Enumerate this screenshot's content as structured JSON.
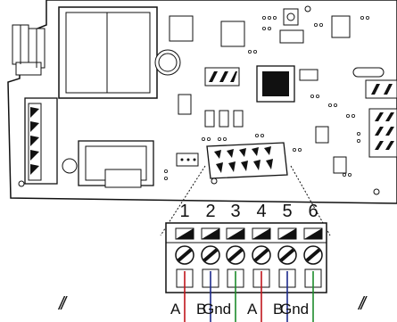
{
  "terminal_block": {
    "numbers": [
      "1",
      "2",
      "3",
      "4",
      "5",
      "6"
    ]
  },
  "wires": [
    {
      "label": "A",
      "color": "#c0161c"
    },
    {
      "label": "B",
      "color": "#1c2a8c"
    },
    {
      "label": "Gnd",
      "color": "#1d8a2a"
    },
    {
      "label": "A",
      "color": "#c0161c"
    },
    {
      "label": "B",
      "color": "#1c2a8c"
    },
    {
      "label": "Gnd",
      "color": "#1d8a2a"
    }
  ],
  "marks": {
    "left": "//",
    "right": "//"
  }
}
